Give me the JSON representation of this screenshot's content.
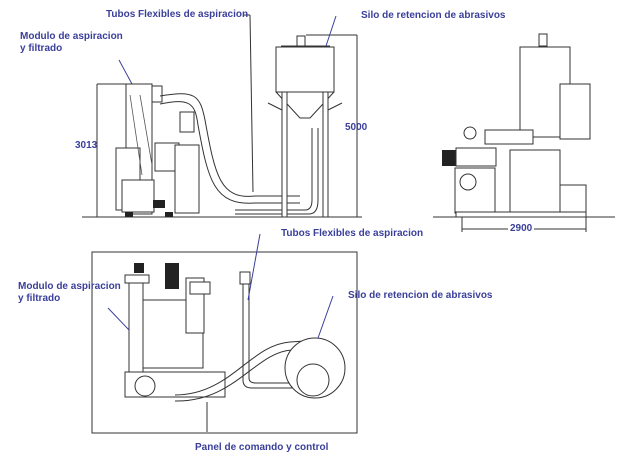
{
  "labels": {
    "top_modulo_line1": "Modulo de aspiracion",
    "top_modulo_line2": "y filtrado",
    "top_tubos": "Tubos Flexibles de aspiracion",
    "top_silo": "Silo de retencion de abrasivos",
    "bottom_modulo_line1": "Modulo de aspiracion",
    "bottom_modulo_line2": "y filtrado",
    "bottom_tubos": "Tubos Flexibles de aspiracion",
    "bottom_silo": "Silo de retencion de abrasivos",
    "panel": "Panel de comando y control"
  },
  "dimensions": {
    "module_height": "3013",
    "silo_height": "5000",
    "side_width": "2900"
  },
  "colors": {
    "label": "#3a3f9a",
    "line": "#333333"
  }
}
